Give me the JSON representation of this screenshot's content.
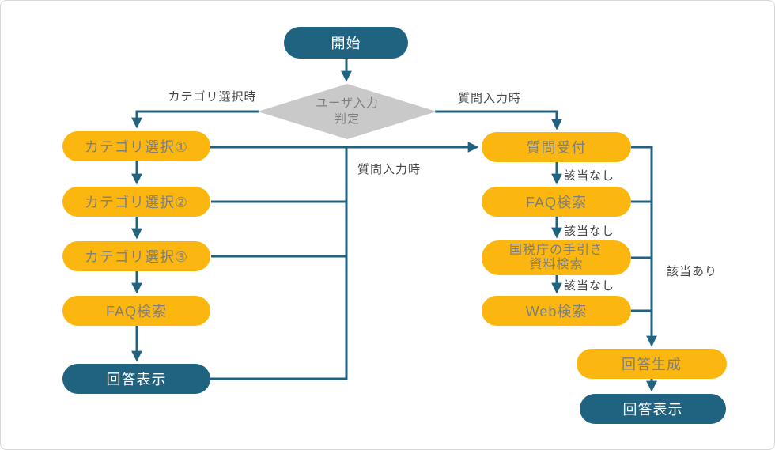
{
  "colors": {
    "node_teal": "#1f6380",
    "node_yellow": "#fbb70f",
    "decision_gray": "#c9c9c9",
    "line_teal": "#1f6380",
    "yellow_node_text": "#7e7e7e",
    "teal_node_text": "#ffffff",
    "edge_label_text": "#454545"
  },
  "nodes": {
    "start": {
      "label": "開始"
    },
    "decision": {
      "line1": "ユーザ入力",
      "line2": "判定"
    },
    "cat1": {
      "label": "カテゴリ選択①"
    },
    "cat2": {
      "label": "カテゴリ選択②"
    },
    "cat3": {
      "label": "カテゴリ選択③"
    },
    "faq_left": {
      "label": "FAQ検索"
    },
    "answer_display_left": {
      "label": "回答表示"
    },
    "question_intake": {
      "label": "質問受付"
    },
    "faq_right": {
      "label": "FAQ検索"
    },
    "nta_guide": {
      "line1": "国税庁の手引き",
      "line2": "資料検索"
    },
    "web_search": {
      "label": "Web検索"
    },
    "answer_generate": {
      "label": "回答生成"
    },
    "answer_display_right": {
      "label": "回答表示"
    }
  },
  "edge_labels": {
    "category_selected": "カテゴリ選択時",
    "question_input_right": "質問入力時",
    "question_input_middle": "質問入力時",
    "no_match_1": "該当なし",
    "no_match_2": "該当なし",
    "no_match_3": "該当なし",
    "match": "該当あり"
  }
}
